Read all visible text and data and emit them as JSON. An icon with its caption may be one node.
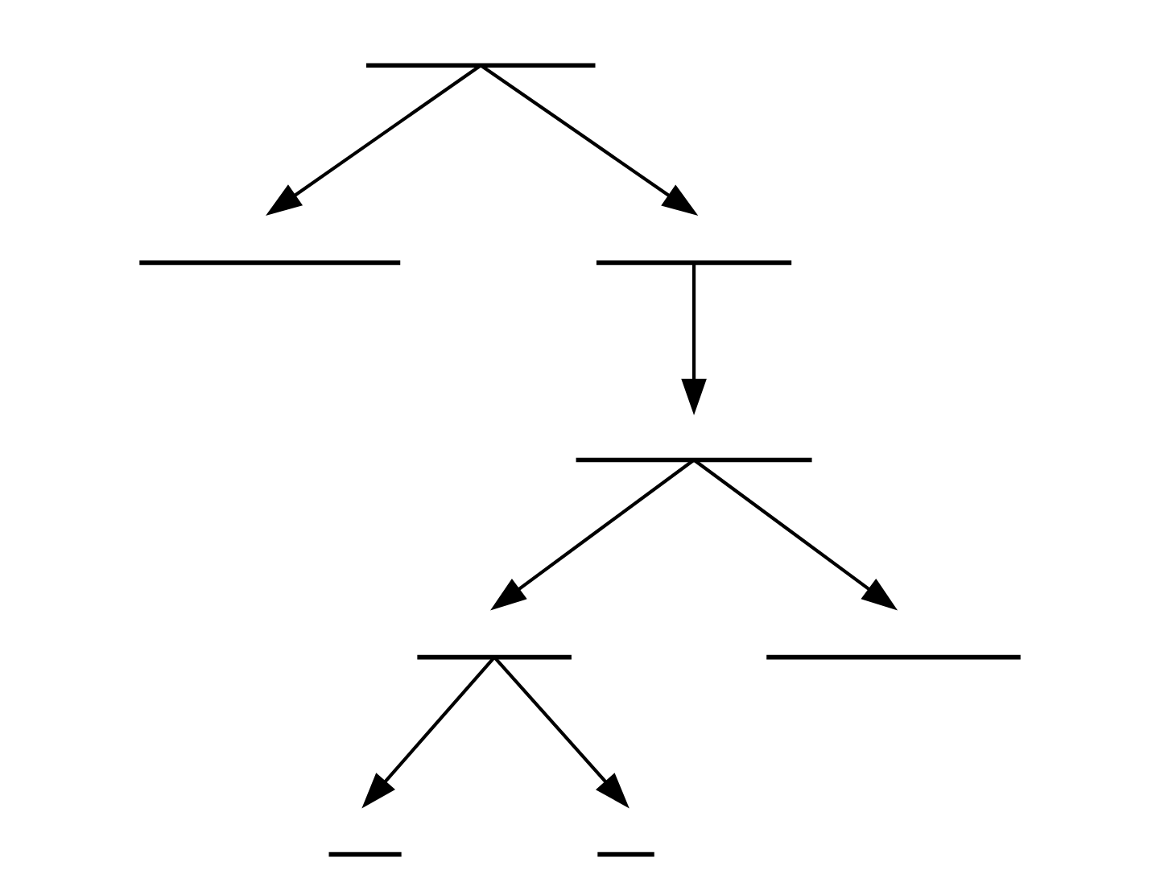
{
  "diagram": {
    "nodes": [
      {
        "text": [],
        "shape": "bar"
      },
      {
        "text": [],
        "shape": "bar"
      },
      {
        "text": [],
        "shape": "bar"
      },
      {
        "text": [],
        "shape": "bar"
      },
      {
        "text": [],
        "shape": "bar"
      },
      {
        "text": [],
        "shape": "bar"
      },
      {
        "text": [],
        "shape": "bar"
      },
      {
        "text": [],
        "shape": "bar"
      }
    ],
    "edges": [
      {
        "from": 0,
        "to": 1,
        "arrow": "to"
      },
      {
        "from": 0,
        "to": 2,
        "arrow": "to"
      },
      {
        "from": 2,
        "to": 3,
        "arrow": "to"
      },
      {
        "from": 3,
        "to": 4,
        "arrow": "to"
      },
      {
        "from": 3,
        "to": 5,
        "arrow": "to"
      },
      {
        "from": 4,
        "to": 6,
        "arrow": "to"
      },
      {
        "from": 4,
        "to": 7,
        "arrow": "to"
      }
    ]
  }
}
